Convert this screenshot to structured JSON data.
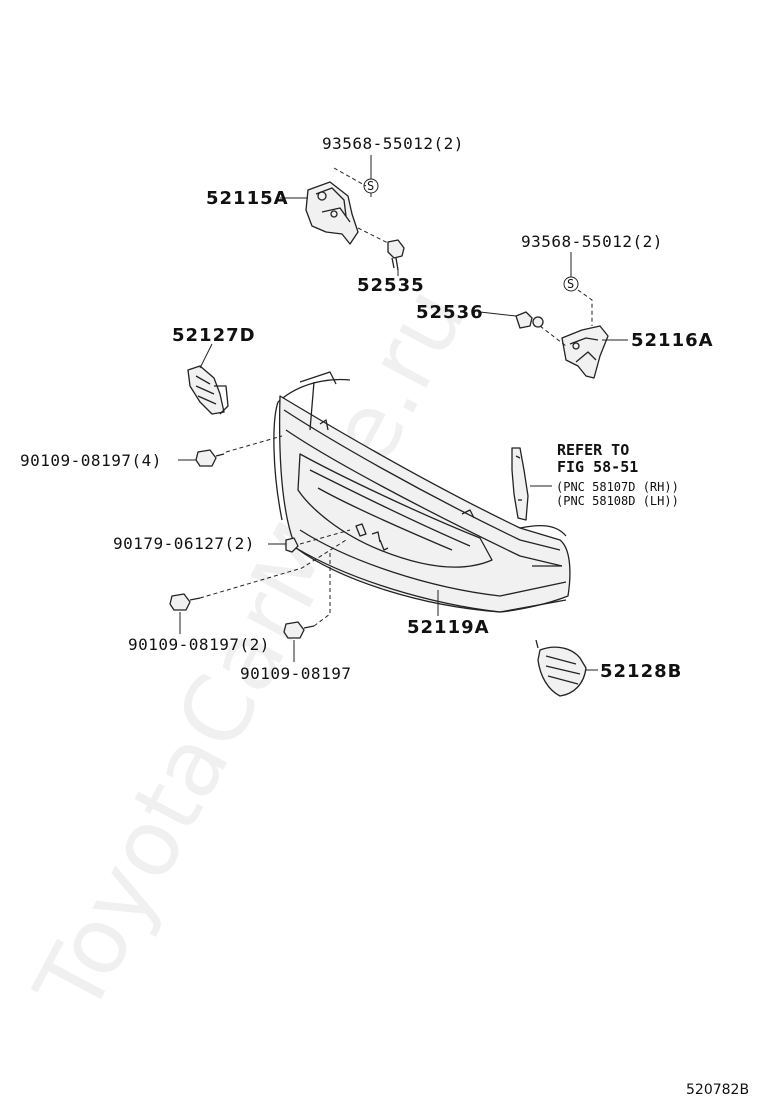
{
  "watermark": "ToyotaCarMine.ru",
  "figure_id": "520782B",
  "labels": {
    "p93568_top": "93568-55012(2)",
    "p52115A": "52115A",
    "p52535": "52535",
    "p93568_right": "93568-55012(2)",
    "p52536": "52536",
    "p52116A": "52116A",
    "p52127D": "52127D",
    "p90109_4": "90109-08197(4)",
    "refer_to": "REFER TO",
    "fig_ref": "FIG 58-51",
    "pnc_rh": "(PNC  58107D (RH))",
    "pnc_lh": "(PNC  58108D (LH))",
    "p90179": "90179-06127(2)",
    "p90109_2": "90109-08197(2)",
    "p52119A": "52119A",
    "p90109_single": "90109-08197",
    "p52128B": "52128B"
  },
  "symbols": {
    "s_top": "S",
    "s_right": "S"
  }
}
